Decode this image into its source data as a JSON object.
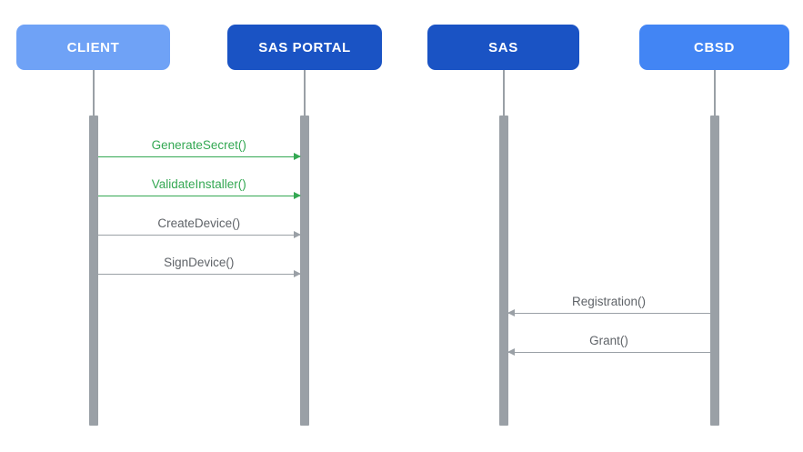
{
  "diagram": {
    "actors": [
      {
        "id": "client",
        "label": "CLIENT",
        "fill": "#6FA2F6"
      },
      {
        "id": "sas-portal",
        "label": "SAS PORTAL",
        "fill": "#1A53C4"
      },
      {
        "id": "sas",
        "label": "SAS",
        "fill": "#1A53C4"
      },
      {
        "id": "cbsd",
        "label": "CBSD",
        "fill": "#4285F4"
      }
    ],
    "messages": [
      {
        "label": "GenerateSecret()",
        "from": "client",
        "to": "sas-portal",
        "style": "green"
      },
      {
        "label": "ValidateInstaller()",
        "from": "client",
        "to": "sas-portal",
        "style": "green"
      },
      {
        "label": "CreateDevice()",
        "from": "client",
        "to": "sas-portal",
        "style": "gray"
      },
      {
        "label": "SignDevice()",
        "from": "client",
        "to": "sas-portal",
        "style": "gray"
      },
      {
        "label": "Registration()",
        "from": "cbsd",
        "to": "sas",
        "style": "gray"
      },
      {
        "label": "Grant()",
        "from": "cbsd",
        "to": "sas",
        "style": "gray"
      }
    ],
    "colors": {
      "green": "#34A853",
      "gray_line": "#9AA0A6",
      "gray_text": "#5F6368",
      "lifeline": "#9AA0A6",
      "activation": "#9AA0A6"
    }
  }
}
